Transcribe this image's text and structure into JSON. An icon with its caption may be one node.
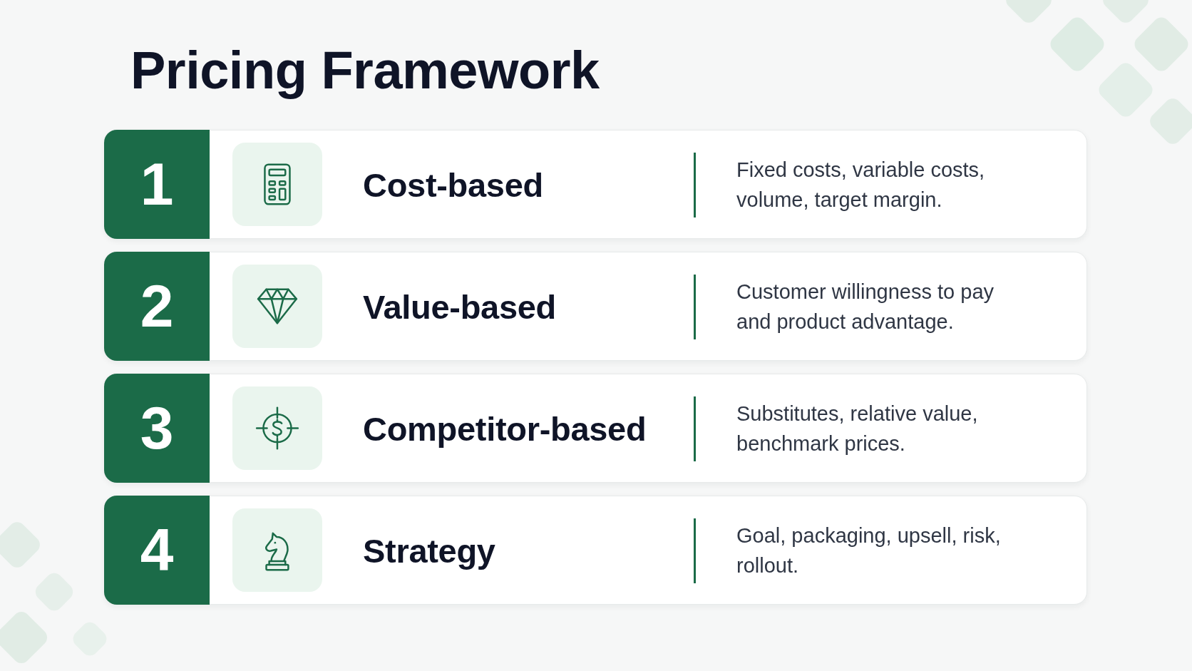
{
  "diagram": {
    "title": "Pricing Framework",
    "nodes": [
      {
        "text": [
          "1",
          "Cost-based",
          "Fixed costs, variable costs, volume, target margin."
        ]
      },
      {
        "text": [
          "2",
          "Value-based",
          "Customer willingness to pay and product advantage."
        ]
      },
      {
        "text": [
          "3",
          "Competitor-based",
          "Substitutes, relative value, benchmark prices."
        ]
      },
      {
        "text": [
          "4",
          "Strategy",
          "Goal, packaging, upsell, risk, rollout."
        ]
      }
    ]
  }
}
